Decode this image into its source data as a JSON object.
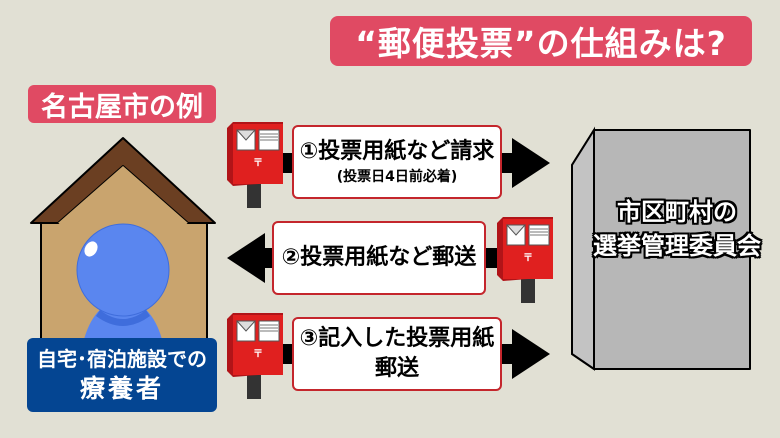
{
  "title": "“郵便投票”の仕組みは?",
  "city_label": "名古屋市の例",
  "voter": {
    "line1": "自宅･宿泊施設での",
    "line2": "療養者",
    "icon": "person-in-house-icon"
  },
  "committee": {
    "line1": "市区町村の",
    "line2": "選挙管理委員会",
    "icon": "building-icon"
  },
  "steps": [
    {
      "number": "①",
      "label": "①投票用紙など請求",
      "note": "(投票日4日前必着)",
      "direction": "right",
      "icon": "postbox-icon"
    },
    {
      "number": "②",
      "label": "②投票用紙など郵送",
      "note": "",
      "direction": "left",
      "icon": "postbox-icon"
    },
    {
      "number": "③",
      "label": "③記入した投票用紙郵送",
      "note": "",
      "direction": "right",
      "icon": "postbox-icon"
    }
  ],
  "colors": {
    "background": "#e1e0d4",
    "accent_pink": "#e04a63",
    "label_blue": "#044592",
    "postbox_red": "#e0201f",
    "box_border_red": "#c4262c",
    "person_blue": "#5a86ef",
    "roof_brown": "#6b3f22",
    "house_tan": "#c9a46e",
    "committee_gray": "#b7b7b7"
  }
}
